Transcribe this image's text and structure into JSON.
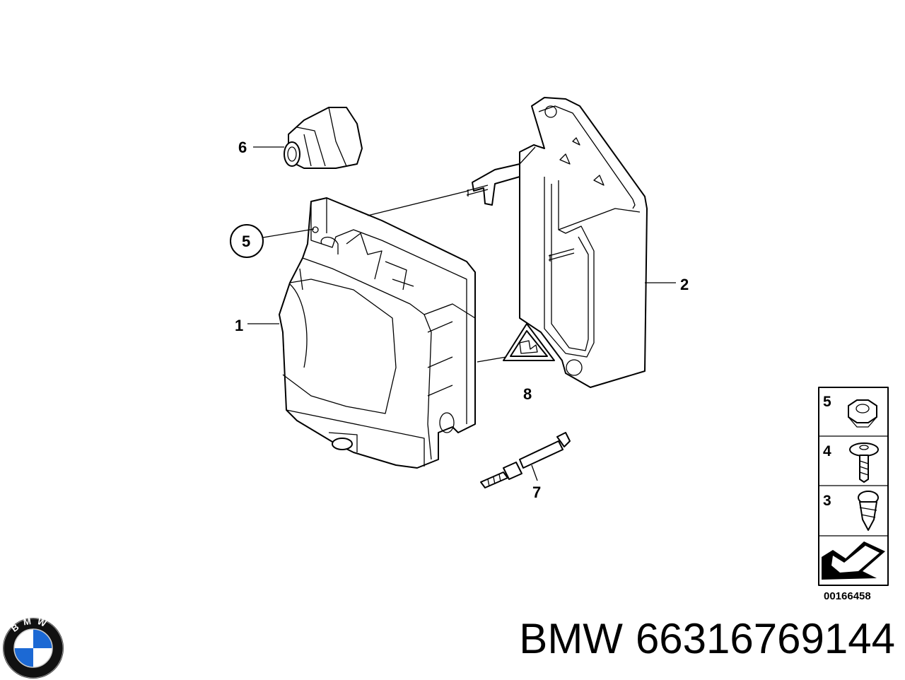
{
  "diagram": {
    "callouts": [
      "6",
      "5",
      "1",
      "2",
      "8",
      "7"
    ],
    "legend": {
      "items": [
        "5",
        "4",
        "3"
      ],
      "reference_code": "00166458"
    }
  },
  "footer": {
    "brand": "BMW",
    "part_number": "66316769144"
  },
  "logo": {
    "letters": "BMW",
    "colors": {
      "blue": "#1c69d4",
      "white": "#ffffff",
      "ring": "#111111"
    }
  },
  "colors": {
    "line": "#000000",
    "background": "#ffffff"
  }
}
